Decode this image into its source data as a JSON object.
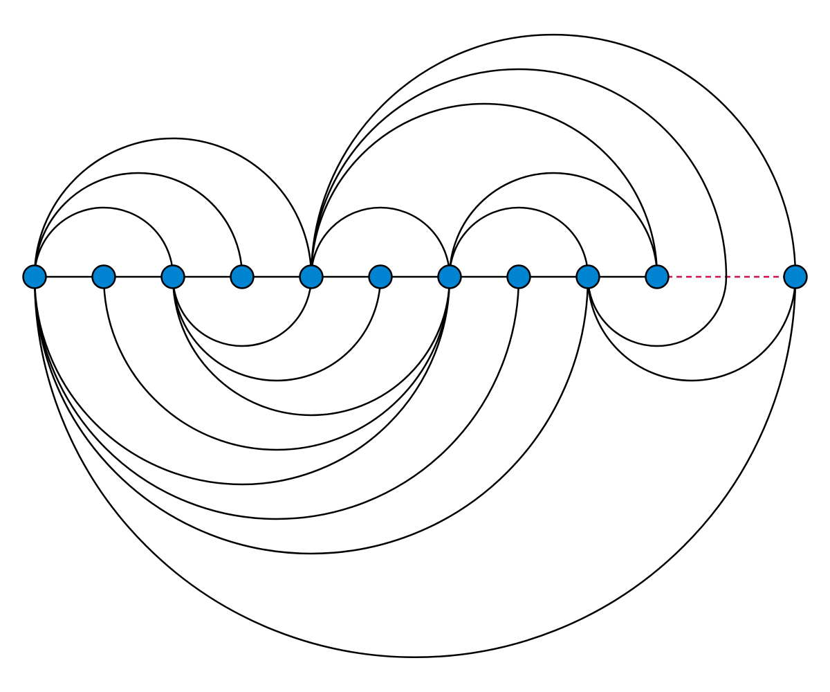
{
  "diagram": {
    "type": "arc-diagram",
    "colors": {
      "node_fill": "#0083D1",
      "node_stroke": "#000000",
      "edge": "#000000",
      "dashed_edge": "#D0104C",
      "background": "#FFFFFF"
    },
    "node_count": 11,
    "spine_edges": [
      [
        0,
        1
      ],
      [
        1,
        2
      ],
      [
        2,
        3
      ],
      [
        3,
        4
      ],
      [
        4,
        5
      ],
      [
        5,
        6
      ],
      [
        6,
        7
      ],
      [
        7,
        8
      ],
      [
        8,
        9
      ]
    ],
    "dashed_edges": [
      [
        9,
        10
      ]
    ],
    "arc_edges": [
      {
        "from": 0,
        "to": 2,
        "side": "above"
      },
      {
        "from": 0,
        "to": 3,
        "side": "above"
      },
      {
        "from": 0,
        "to": 4,
        "side": "above"
      },
      {
        "from": 4,
        "to": 6,
        "side": "above"
      },
      {
        "from": 4,
        "to": 9,
        "side": "above"
      },
      {
        "from": 4,
        "to": 10,
        "side": "above"
      },
      {
        "from": 6,
        "to": 8,
        "side": "above"
      },
      {
        "from": 6,
        "to": 9,
        "side": "above"
      },
      {
        "from": 2,
        "to": 4,
        "side": "below"
      },
      {
        "from": 2,
        "to": 5,
        "side": "below"
      },
      {
        "from": 2,
        "to": 6,
        "side": "below"
      },
      {
        "from": 1,
        "to": 6,
        "side": "below"
      },
      {
        "from": 0,
        "to": 6,
        "side": "below"
      },
      {
        "from": 0,
        "to": 7,
        "side": "below"
      },
      {
        "from": 0,
        "to": 8,
        "side": "below"
      },
      {
        "from": 0,
        "to": 10,
        "side": "below"
      },
      {
        "from": 8,
        "to": 10,
        "side": "below"
      },
      {
        "from": 4,
        "to": 8,
        "side": "spiral"
      }
    ]
  }
}
